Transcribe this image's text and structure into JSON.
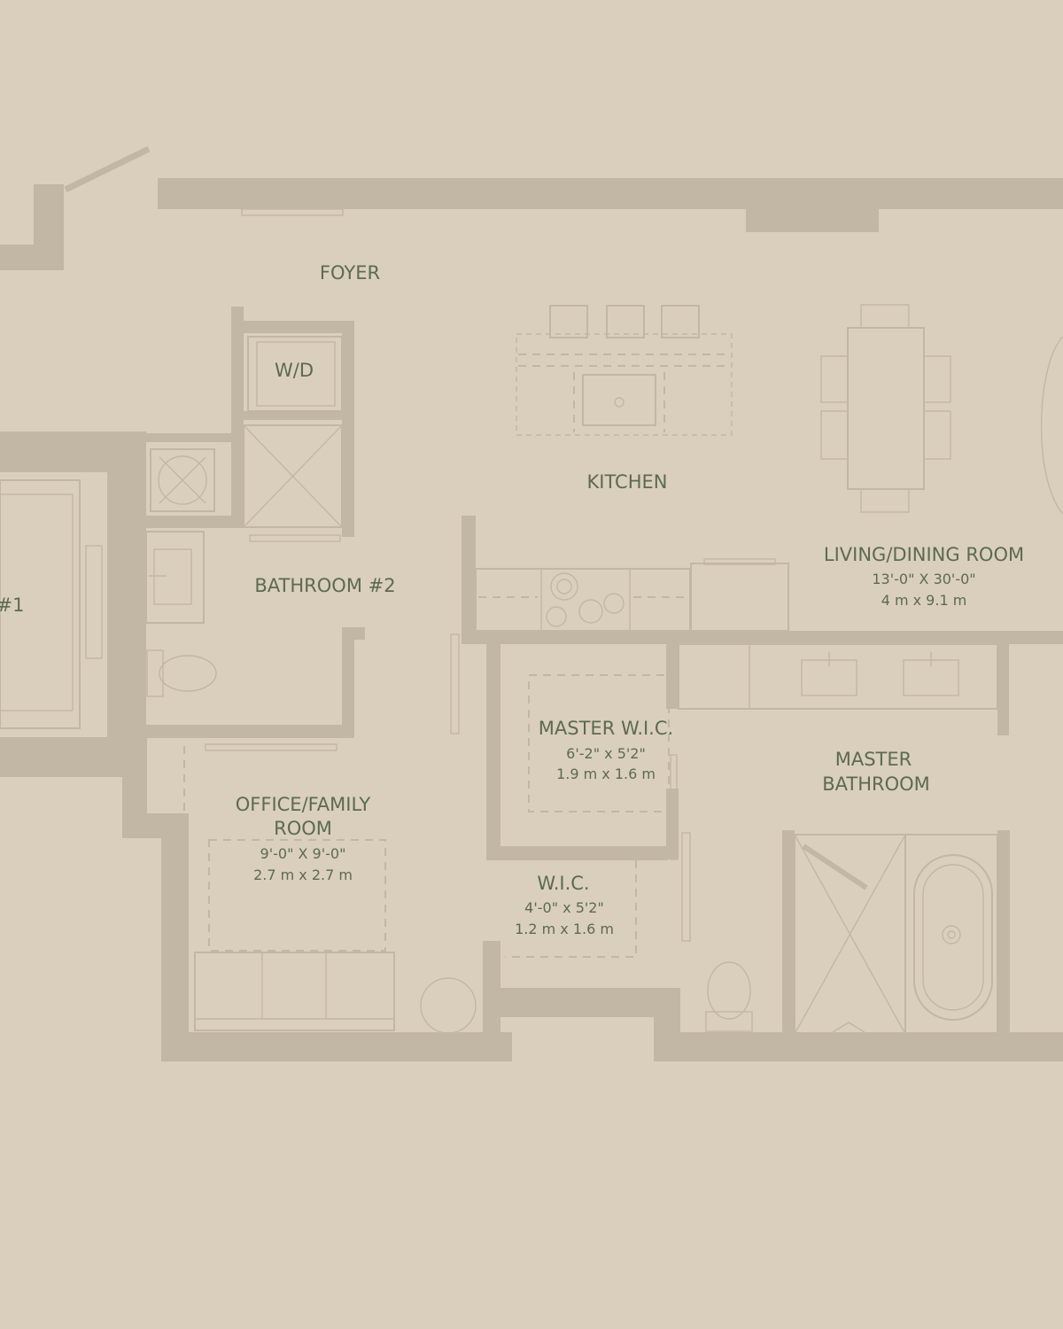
{
  "plan": {
    "background": "#dacfbc",
    "wall_color": "#c2b6a4",
    "label_color": "#5c6b4e",
    "rooms": {
      "foyer": {
        "name": "FOYER"
      },
      "wd": {
        "name": "W/D"
      },
      "kitchen": {
        "name": "KITCHEN"
      },
      "living": {
        "name": "LIVING/DINING ROOM",
        "dim_ft": "13'-0\" X 30'-0\"",
        "dim_m": "4 m x 9.1 m"
      },
      "bath2": {
        "name": "BATHROOM #2"
      },
      "bedroom1": {
        "name": "#1"
      },
      "master_wic": {
        "name": "MASTER W.I.C.",
        "dim_ft": "6'-2\" x 5'2\"",
        "dim_m": "1.9 m x 1.6 m"
      },
      "master_bath": {
        "name_line1": "MASTER",
        "name_line2": "BATHROOM"
      },
      "office": {
        "name_line1": "OFFICE/FAMILY",
        "name_line2": "ROOM",
        "dim_ft": "9'-0\" X 9'-0\"",
        "dim_m": "2.7 m x 2.7 m"
      },
      "wic": {
        "name": "W.I.C.",
        "dim_ft": "4'-0\" x 5'2\"",
        "dim_m": "1.2 m x 1.6 m"
      }
    }
  }
}
